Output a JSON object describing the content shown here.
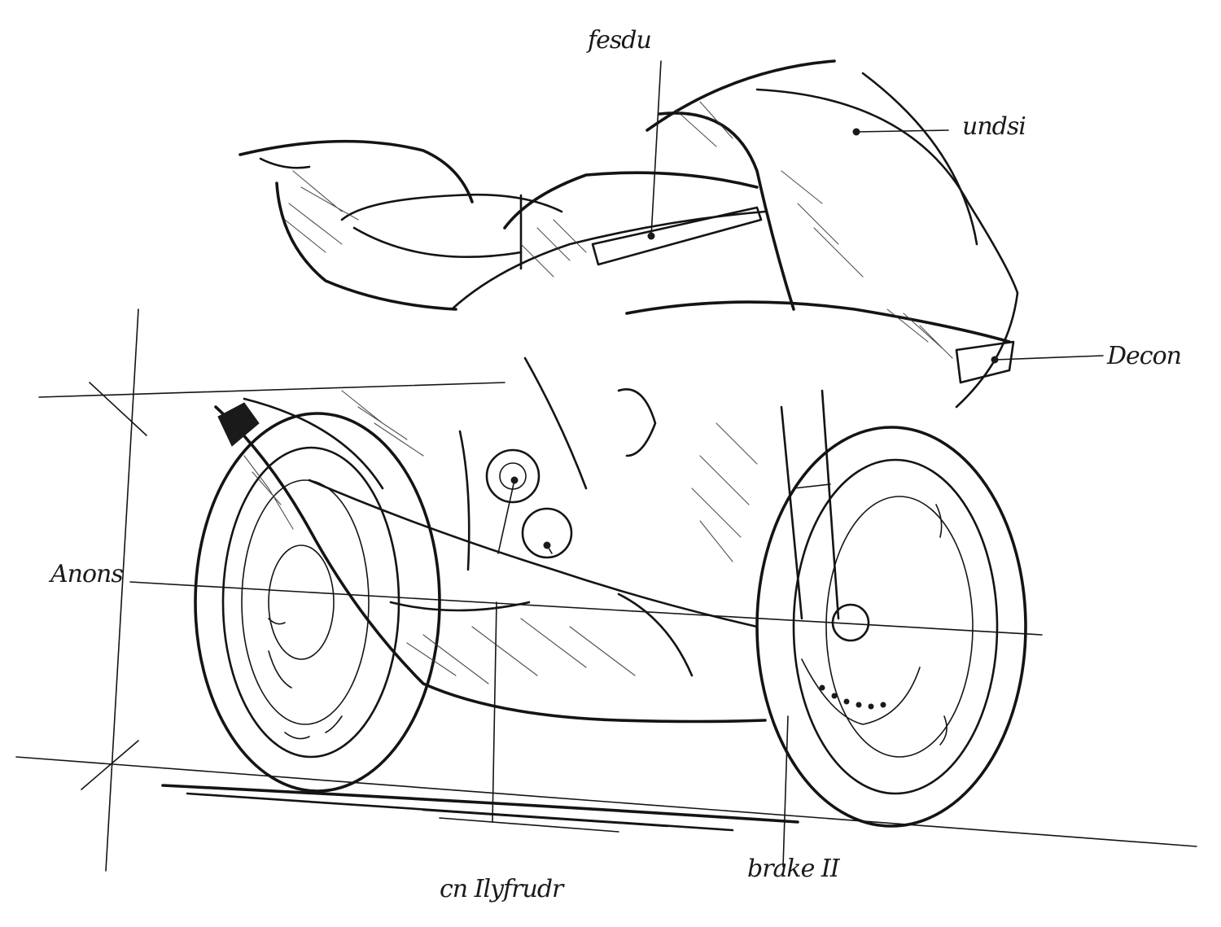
{
  "labels": {
    "top": "fesdu",
    "upper_right": "undsi",
    "right": "Decon",
    "left": "Anons",
    "bottom_center": "cn Ilyfrudr",
    "bottom_right": "brake II"
  },
  "colors": {
    "ink": "#141414",
    "paper": "#ffffff",
    "hatch": "#333333"
  }
}
